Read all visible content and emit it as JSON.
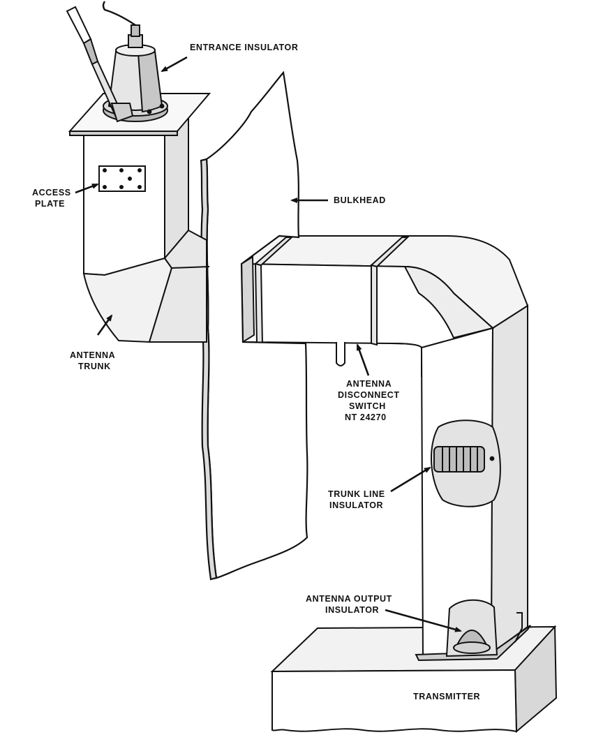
{
  "colors": {
    "ink": "#111111",
    "paper": "#ffffff",
    "shade_light": "#e9e9e9",
    "shade_mid": "#cfcfcf",
    "shade_dark": "#9a9a9a"
  },
  "labels": {
    "entrance_insulator": "ENTRANCE INSULATOR",
    "access_plate": [
      "ACCESS",
      "PLATE"
    ],
    "bulkhead": "BULKHEAD",
    "antenna_trunk": [
      "ANTENNA",
      "TRUNK"
    ],
    "antenna_disconnect_switch": [
      "ANTENNA",
      "DISCONNECT",
      "SWITCH",
      "NT 24270"
    ],
    "trunk_line_insulator": [
      "TRUNK LINE",
      "INSULATOR"
    ],
    "antenna_output_insulator": [
      "ANTENNA OUTPUT",
      "INSULATOR"
    ],
    "transmitter": "TRANSMITTER"
  }
}
